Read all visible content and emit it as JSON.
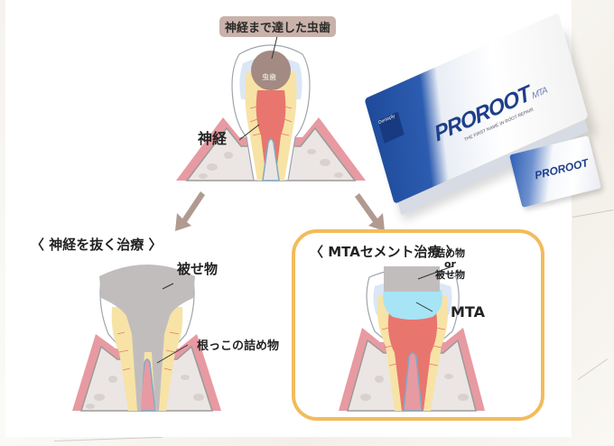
{
  "diagram": {
    "top": {
      "caries_label": "神経まで達した虫歯",
      "caries_inner_label": "虫歯",
      "nerve_label": "神経"
    },
    "left": {
      "title": "〈 神経を抜く治療 〉",
      "crown_label": "被せ物",
      "root_filling_label": "根っこの詰め物"
    },
    "right": {
      "title": "〈 MTAセメント治療 〉",
      "filling_label_line1": "詰め物",
      "filling_label_line2": "or",
      "filling_label_line3": "被せ物",
      "mta_label": "MTA"
    },
    "product": {
      "brand": "PROROOT",
      "variant": "MTA",
      "tagline": "THE FIRST NAME IN ROOT REPAIR",
      "maker": "Dentsply"
    },
    "colors": {
      "arrow": "#b19a90",
      "caries": "#a38a82",
      "pulp": "#e8766e",
      "dentin": "#f7e3a6",
      "gum": "#e79aa2",
      "bone": "#ebe6e4",
      "crown_fill": "#c2bdbd",
      "mta": "#a7e4f5",
      "mta_box_border": "#f3bb5c",
      "pill_bg": "#c9b2aa"
    }
  }
}
